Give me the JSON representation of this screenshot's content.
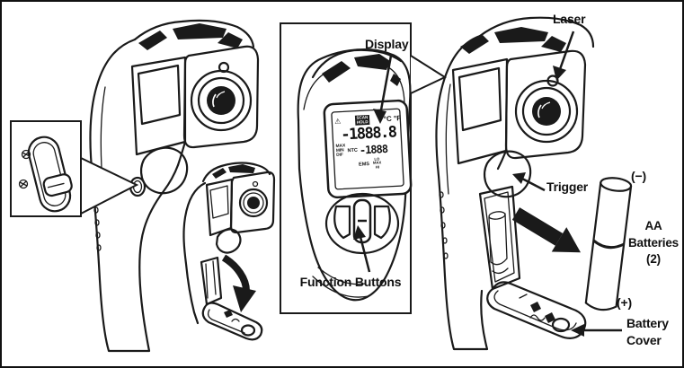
{
  "figure": {
    "type": "instruction-diagram",
    "subject": "Infrared thermometer parts and battery installation",
    "labels": {
      "display": "Display",
      "laser": "Laser",
      "trigger": "Trigger",
      "function_buttons": "Function Buttons",
      "battery_negative": "(−)",
      "battery_positive": "(+)",
      "aa_batteries": [
        "AA",
        "Batteries",
        "(2)"
      ],
      "battery_cover": [
        "Battery",
        "Cover"
      ]
    },
    "lcd": {
      "warning_icon": "⚠",
      "mode_chip": [
        "SCAN",
        "HOLD"
      ],
      "units": "°C °F",
      "primary_reading": "-1888.8",
      "stat_modes": [
        "MAX",
        "MIN",
        "DIF"
      ],
      "probe_label": "NTC",
      "secondary_reading": "-1888",
      "emissivity_label": "EMS",
      "alarm_flags": [
        "LO",
        "MAX",
        "HI"
      ]
    },
    "colors": {
      "ink": "#1a1a1a",
      "background": "#ffffff"
    }
  }
}
